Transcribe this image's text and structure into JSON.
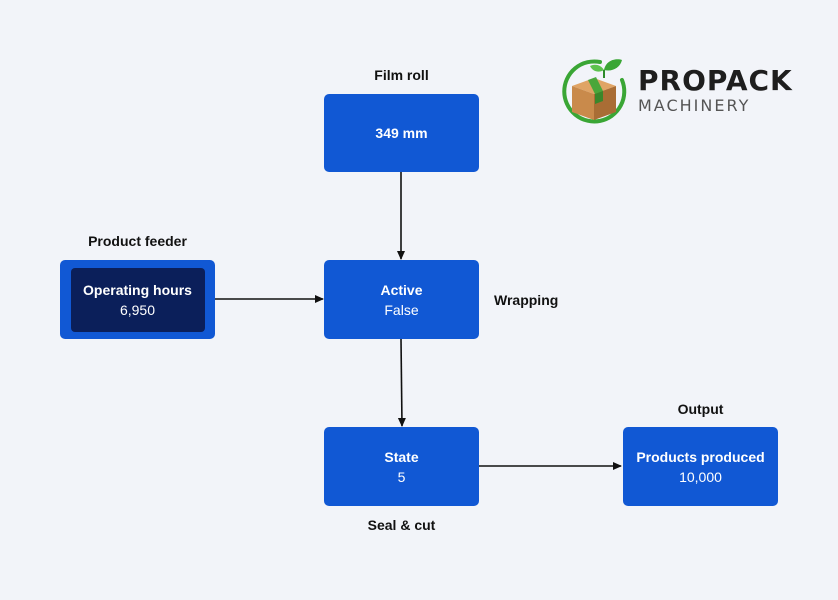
{
  "nodes": {
    "film_roll": {
      "caption": "Film roll",
      "value": "349 mm"
    },
    "product_feeder": {
      "caption": "Product feeder",
      "title": "Operating hours",
      "value": "6,950"
    },
    "wrapping": {
      "caption": "Wrapping",
      "title": "Active",
      "value": "False"
    },
    "seal_cut": {
      "caption": "Seal & cut",
      "title": "State",
      "value": "5"
    },
    "output": {
      "caption": "Output",
      "title": "Products produced",
      "value": "10,000"
    }
  },
  "logo": {
    "name": "PROPACK",
    "sub": "MACHINERY"
  },
  "colors": {
    "node_fill": "#1158d4",
    "node_inner": "#0b1f5a",
    "background": "#f2f4f9",
    "edge": "#111111",
    "logo_green": "#3aa635",
    "logo_box": "#c98a4b"
  }
}
